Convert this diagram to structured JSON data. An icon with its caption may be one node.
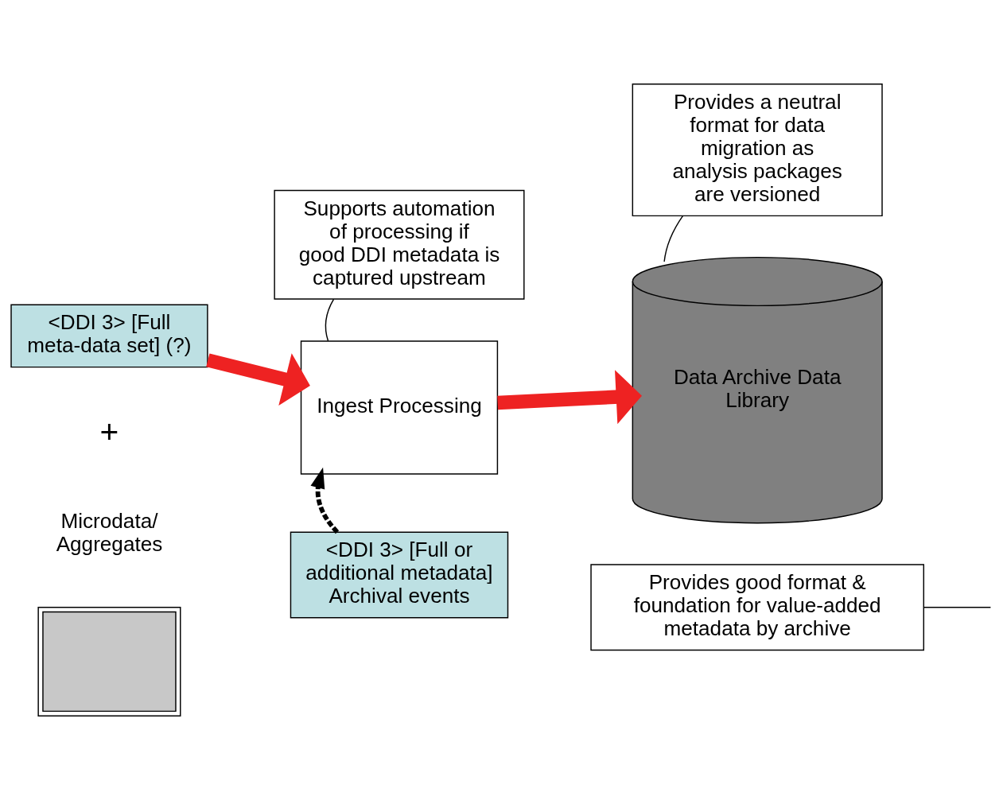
{
  "diagram": {
    "nodes": [
      {
        "text": [
          "<DDI 3> [Full meta-data set] (?)"
        ]
      },
      {
        "text": [],
        "shape": "picture"
      },
      {
        "text": [
          "Supports automation of processing if good DDI metadata is captured upstream"
        ]
      },
      {
        "text": [
          "Ingest Processing"
        ]
      },
      {
        "text": [
          "Provides a neutral format for data migration as analysis packages are versioned"
        ]
      },
      {
        "text": [
          "Data Archive Data Library"
        ]
      },
      {
        "text": [
          "<DDI 3> [Full or additional metadata] Archival events"
        ]
      },
      {
        "text": [
          "Provides good format & foundation for value-added metadata by archive"
        ]
      }
    ],
    "edges": [
      {
        "from": 0,
        "to": 3,
        "arrow": "to",
        "style": "thick",
        "color": "#ee2222"
      },
      {
        "from": 3,
        "to": 5,
        "arrow": "to",
        "style": "thick",
        "color": "#ee2222"
      },
      {
        "from": 6,
        "to": 3,
        "arrow": "to",
        "style": "dashed"
      },
      {
        "from": 2,
        "to": 3,
        "arrow": "none"
      },
      {
        "from": 4,
        "to": 5,
        "arrow": "none"
      },
      {
        "from": 7,
        "to": null,
        "arrow": "none"
      }
    ],
    "labels": [
      "+",
      "Microdata/ Aggregates"
    ]
  }
}
